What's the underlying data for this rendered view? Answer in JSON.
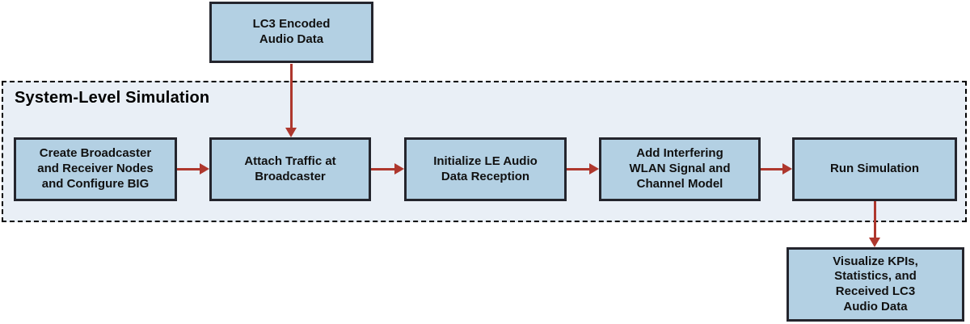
{
  "diagram": {
    "title": "System-Level Simulation",
    "nodes": [
      {
        "id": "lc3-encoded-audio-data",
        "label": "LC3 Encoded\nAudio Data",
        "inside_container": false
      },
      {
        "id": "create-broadcaster-receiver-nodes",
        "label": "Create Broadcaster\nand Receiver Nodes\nand Configure BIG",
        "inside_container": true
      },
      {
        "id": "attach-traffic-at-broadcaster",
        "label": "Attach Traffic at\nBroadcaster",
        "inside_container": true
      },
      {
        "id": "initialize-le-audio-data-reception",
        "label": "Initialize LE Audio\nData Reception",
        "inside_container": true
      },
      {
        "id": "add-interfering-wlan-signal-channel-model",
        "label": "Add Interfering\nWLAN Signal and\nChannel Model",
        "inside_container": true
      },
      {
        "id": "run-simulation",
        "label": "Run Simulation",
        "inside_container": true
      },
      {
        "id": "visualize-kpis-statistics-received-lc3",
        "label": "Visualize KPIs,\nStatistics, and\nReceived LC3\nAudio Data",
        "inside_container": false
      }
    ],
    "edges": [
      {
        "from": "lc3-encoded-audio-data",
        "to": "attach-traffic-at-broadcaster",
        "direction": "down"
      },
      {
        "from": "create-broadcaster-receiver-nodes",
        "to": "attach-traffic-at-broadcaster",
        "direction": "right"
      },
      {
        "from": "attach-traffic-at-broadcaster",
        "to": "initialize-le-audio-data-reception",
        "direction": "right"
      },
      {
        "from": "initialize-le-audio-data-reception",
        "to": "add-interfering-wlan-signal-channel-model",
        "direction": "right"
      },
      {
        "from": "add-interfering-wlan-signal-channel-model",
        "to": "run-simulation",
        "direction": "right"
      },
      {
        "from": "run-simulation",
        "to": "visualize-kpis-statistics-received-lc3",
        "direction": "down"
      }
    ]
  },
  "colors": {
    "node-fill": "#b3d0e3",
    "node-border": "#24252d",
    "container-fill": "#e9eff6",
    "container-border": "#000000",
    "arrow": "#ae372d",
    "text": "#111111",
    "bg": "#ffffff"
  }
}
